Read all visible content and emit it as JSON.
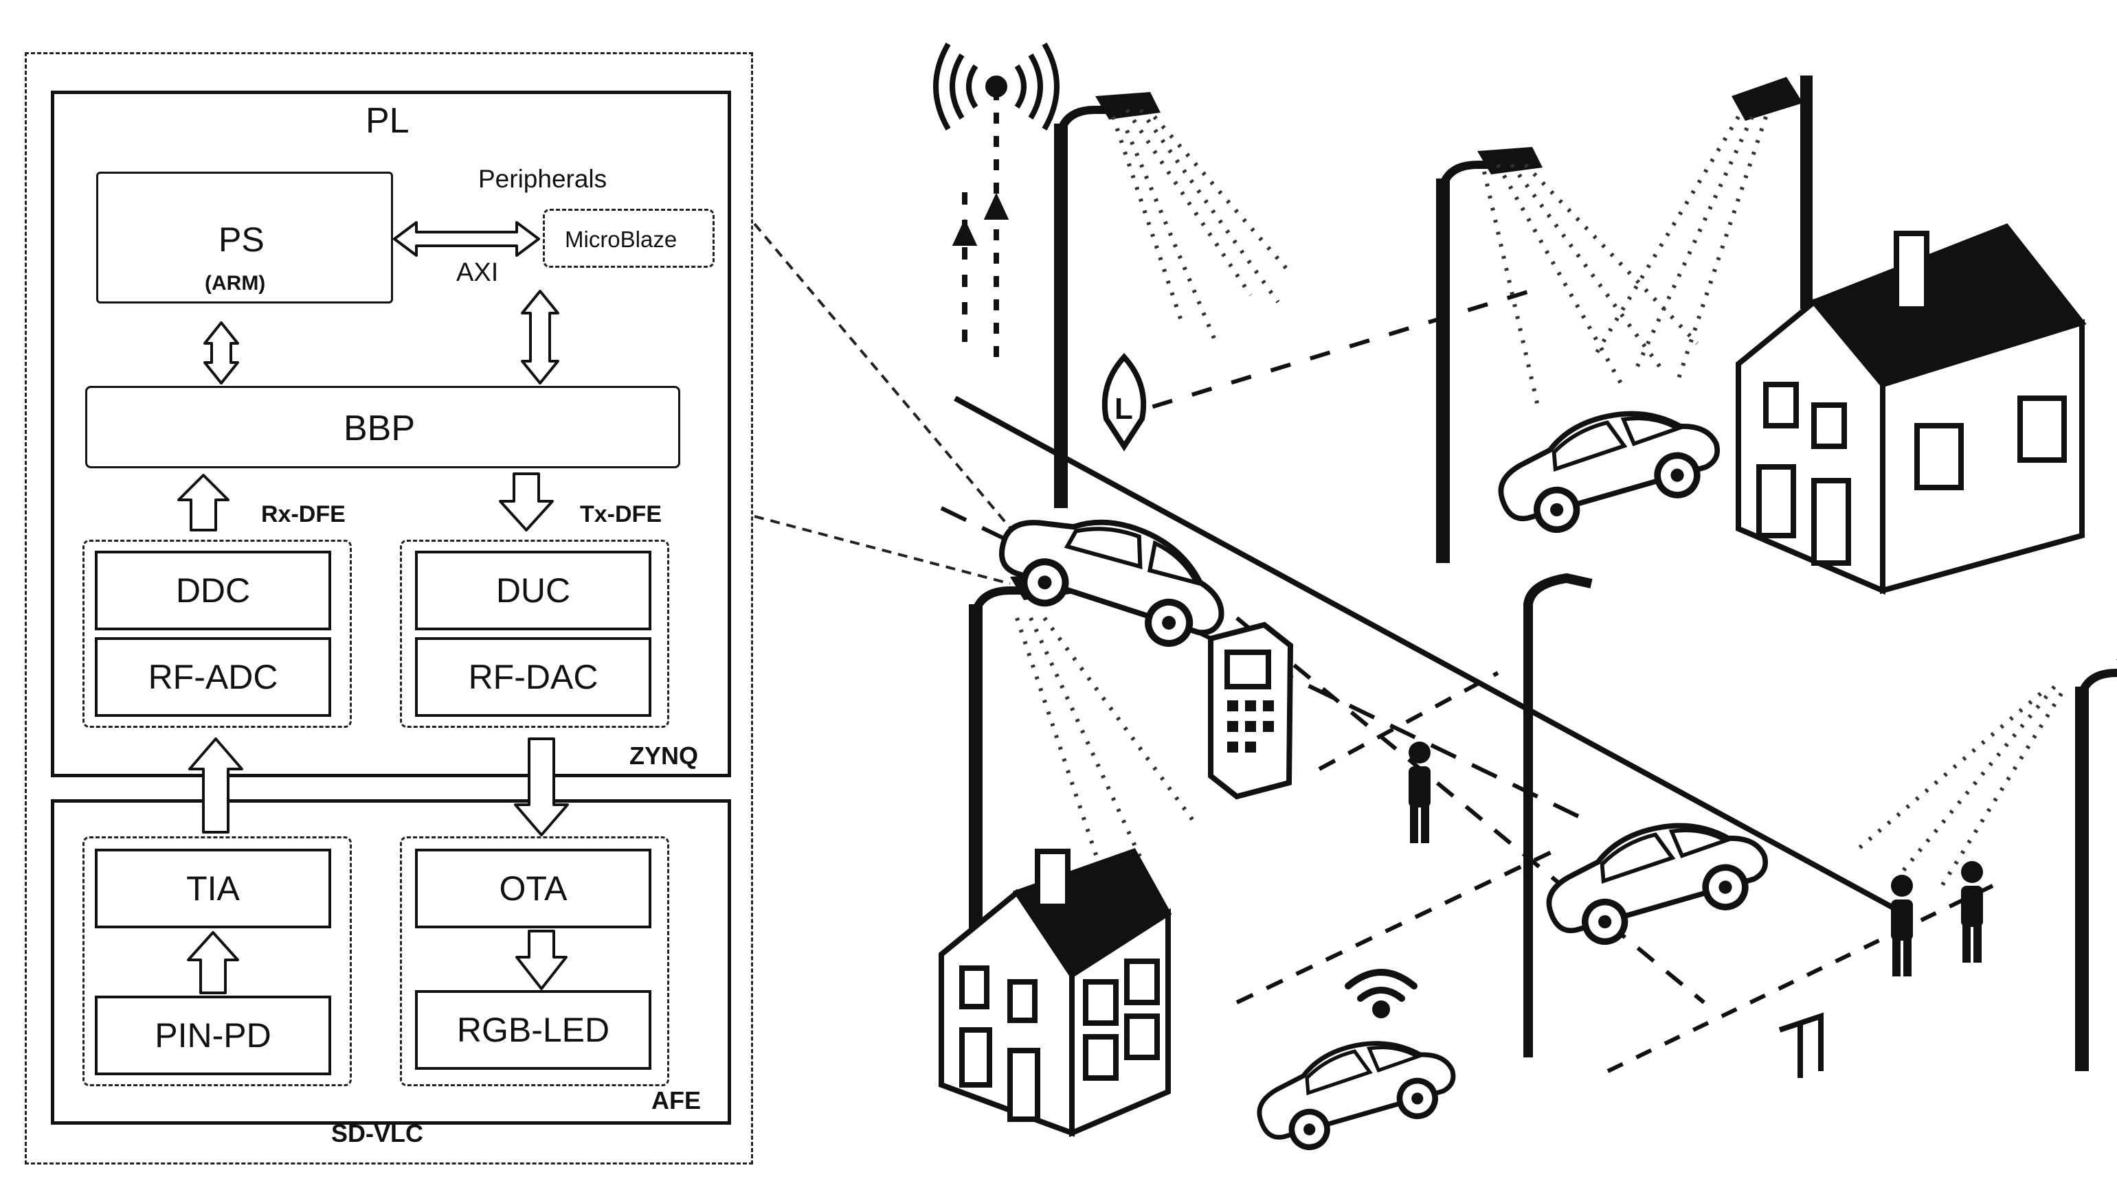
{
  "sd_vlc": {
    "label": "SD-VLC",
    "zynq": {
      "label": "ZYNQ",
      "pl": "PL",
      "ps": {
        "title": "PS",
        "sub": "(ARM)"
      },
      "peripherals": "Peripherals",
      "microblaze": "MicroBlaze",
      "axi": "AXI",
      "bbp": "BBP",
      "rx_dfe": {
        "label": "Rx-DFE",
        "ddc": "DDC",
        "rf_adc": "RF-ADC"
      },
      "tx_dfe": {
        "label": "Tx-DFE",
        "duc": "DUC",
        "rf_dac": "RF-DAC"
      }
    },
    "afe": {
      "label": "AFE",
      "tia": "TIA",
      "pin_pd": "PIN-PD",
      "ota": "OTA",
      "rgb_led": "RGB-LED"
    }
  },
  "scene": {
    "marker_letter": "L",
    "icons": [
      "antenna-tower-icon",
      "streetlight-icon",
      "car-icon",
      "house-icon",
      "pedestrian-icon",
      "wifi-icon",
      "remote-control-icon",
      "map-pin-icon"
    ]
  }
}
